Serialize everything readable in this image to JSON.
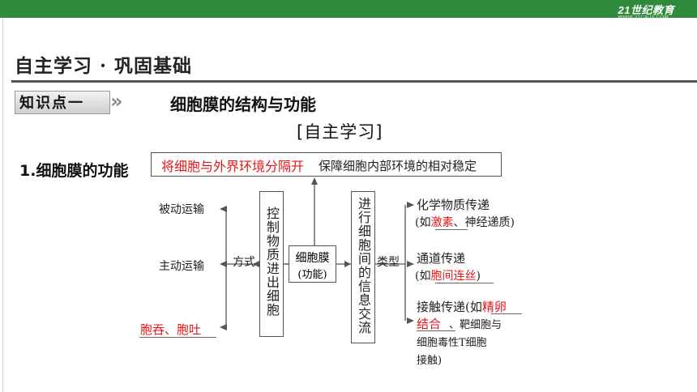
{
  "header": {
    "logo_text": "21世纪教育",
    "logo_url": "WWW.21CNJY.COM"
  },
  "title": "自主学习 · 巩固基础",
  "knowledge_point": {
    "label": "知识点一",
    "title": "细胞膜的结构与功能"
  },
  "section_mark": "[自主学习]",
  "point1": "1.细胞膜的功能",
  "diagram": {
    "top_answer": "将细胞与外界环境分隔开",
    "top_text": "保障细胞内部环境的相对稳定",
    "center_line1": "细胞膜",
    "center_line2": "(功能)",
    "left_vertical": "控制物质进出细胞",
    "right_vertical": "进行细胞间的信息交流",
    "fangshi": "方式",
    "leixing": "类型",
    "left_items": [
      "被动运输",
      "主动运输"
    ],
    "left_answer": "胞吞、胞吐",
    "r1_title": "化学物质传递",
    "r1_prefix": "(如",
    "r1_answer": "激素",
    "r1_suffix": "、神经递质)",
    "r2_title": "通道传递",
    "r2_prefix": "(如",
    "r2_answer": "胞间连丝",
    "r2_suffix": ")",
    "r3_title": "接触传递(如",
    "r3_answer_a": "精卵",
    "r3_answer_b": "结合",
    "r3_rest1": "、靶细胞与",
    "r3_rest2": "细胞毒性T细胞",
    "r3_rest3": "接触)"
  },
  "colors": {
    "accent_green": "#2f8a3c",
    "answer_red": "#e3161b"
  }
}
